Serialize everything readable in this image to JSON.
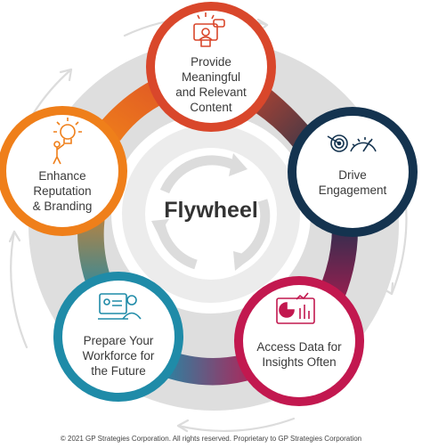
{
  "center": {
    "title": "Flywheel"
  },
  "nodes": [
    {
      "id": "content",
      "label": "Provide\nMeaningful\nand Relevant\nContent",
      "color": "#d9472b",
      "icon": "presenter-icon"
    },
    {
      "id": "engagement",
      "label": "Drive\nEngagement",
      "color": "#14334f",
      "icon": "target-gauge-icon"
    },
    {
      "id": "insights",
      "label": "Access Data for\nInsights Often",
      "color": "#c2184f",
      "icon": "analytics-chart-icon"
    },
    {
      "id": "workforce",
      "label": "Prepare Your\nWorkforce for\nthe Future",
      "color": "#1f8ba8",
      "icon": "online-training-icon"
    },
    {
      "id": "reputation",
      "label": "Enhance\nReputation\n& Branding",
      "color": "#ef7f1a",
      "icon": "lightbulb-person-icon"
    }
  ],
  "footer": {
    "text": "© 2021 GP Strategies Corporation. All rights reserved. Proprietary to GP Strategies Corporation"
  }
}
